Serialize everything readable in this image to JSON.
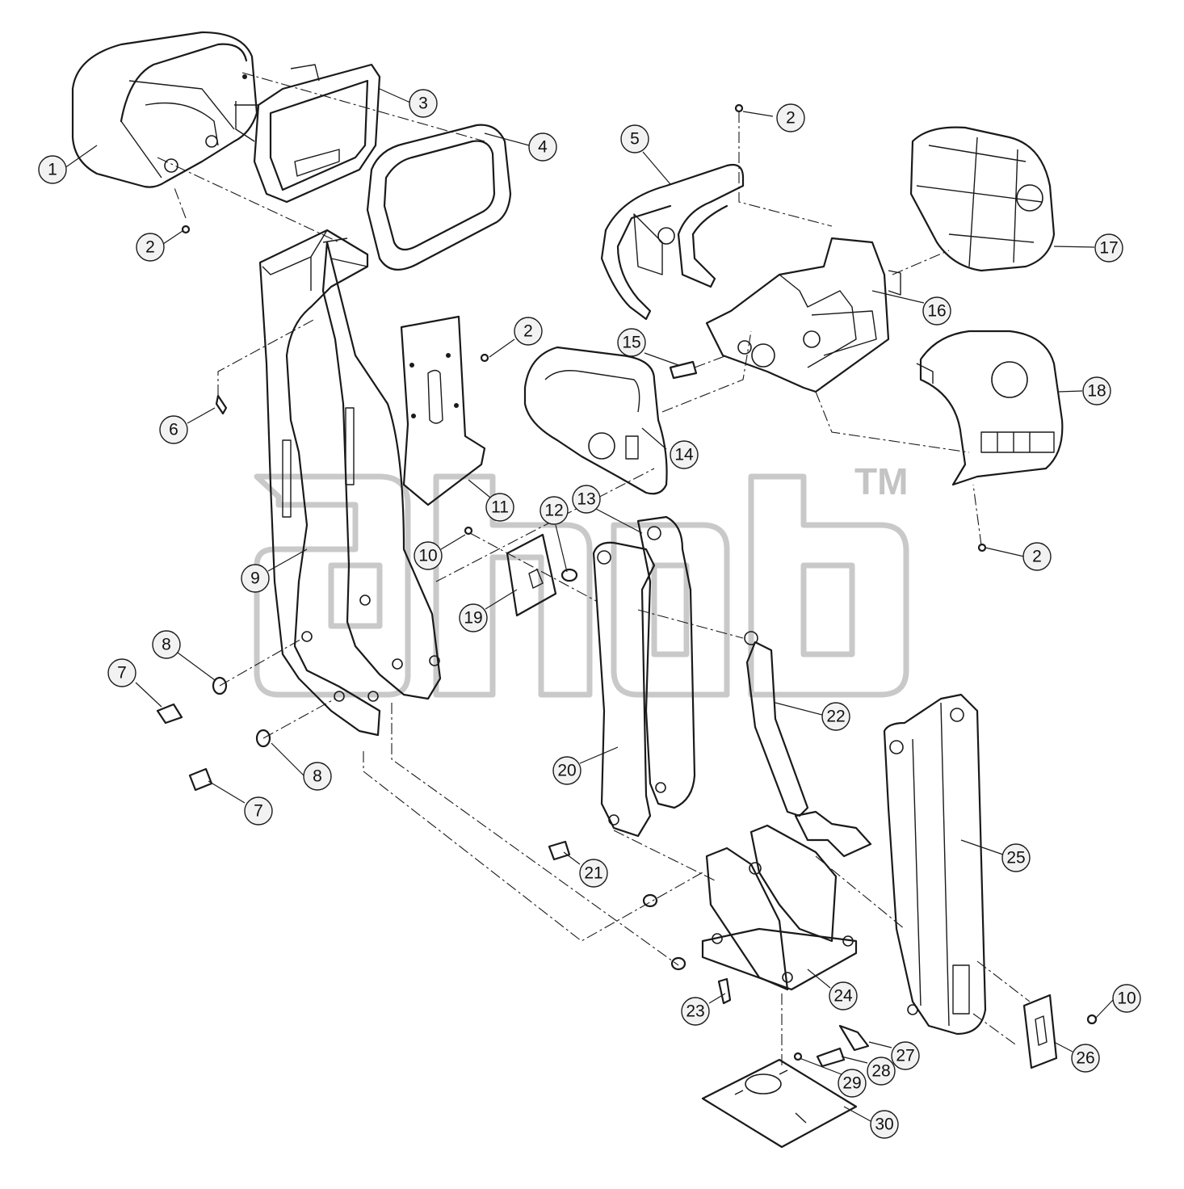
{
  "diagram": {
    "watermark_tm": "TM",
    "callouts": [
      {
        "id": "c1",
        "label": "1"
      },
      {
        "id": "c2a",
        "label": "2"
      },
      {
        "id": "c2b",
        "label": "2"
      },
      {
        "id": "c2c",
        "label": "2"
      },
      {
        "id": "c2d",
        "label": "2"
      },
      {
        "id": "c3",
        "label": "3"
      },
      {
        "id": "c4",
        "label": "4"
      },
      {
        "id": "c5",
        "label": "5"
      },
      {
        "id": "c6",
        "label": "6"
      },
      {
        "id": "c7a",
        "label": "7"
      },
      {
        "id": "c7b",
        "label": "7"
      },
      {
        "id": "c8a",
        "label": "8"
      },
      {
        "id": "c8b",
        "label": "8"
      },
      {
        "id": "c9",
        "label": "9"
      },
      {
        "id": "c10a",
        "label": "10"
      },
      {
        "id": "c10b",
        "label": "10"
      },
      {
        "id": "c11",
        "label": "11"
      },
      {
        "id": "c12",
        "label": "12"
      },
      {
        "id": "c13",
        "label": "13"
      },
      {
        "id": "c14",
        "label": "14"
      },
      {
        "id": "c15",
        "label": "15"
      },
      {
        "id": "c16",
        "label": "16"
      },
      {
        "id": "c17",
        "label": "17"
      },
      {
        "id": "c18",
        "label": "18"
      },
      {
        "id": "c19",
        "label": "19"
      },
      {
        "id": "c20",
        "label": "20"
      },
      {
        "id": "c21",
        "label": "21"
      },
      {
        "id": "c22",
        "label": "22"
      },
      {
        "id": "c23",
        "label": "23"
      },
      {
        "id": "c24",
        "label": "24"
      },
      {
        "id": "c25",
        "label": "25"
      },
      {
        "id": "c26",
        "label": "26"
      },
      {
        "id": "c27",
        "label": "27"
      },
      {
        "id": "c28",
        "label": "28"
      },
      {
        "id": "c29",
        "label": "29"
      },
      {
        "id": "c30",
        "label": "30"
      }
    ]
  }
}
